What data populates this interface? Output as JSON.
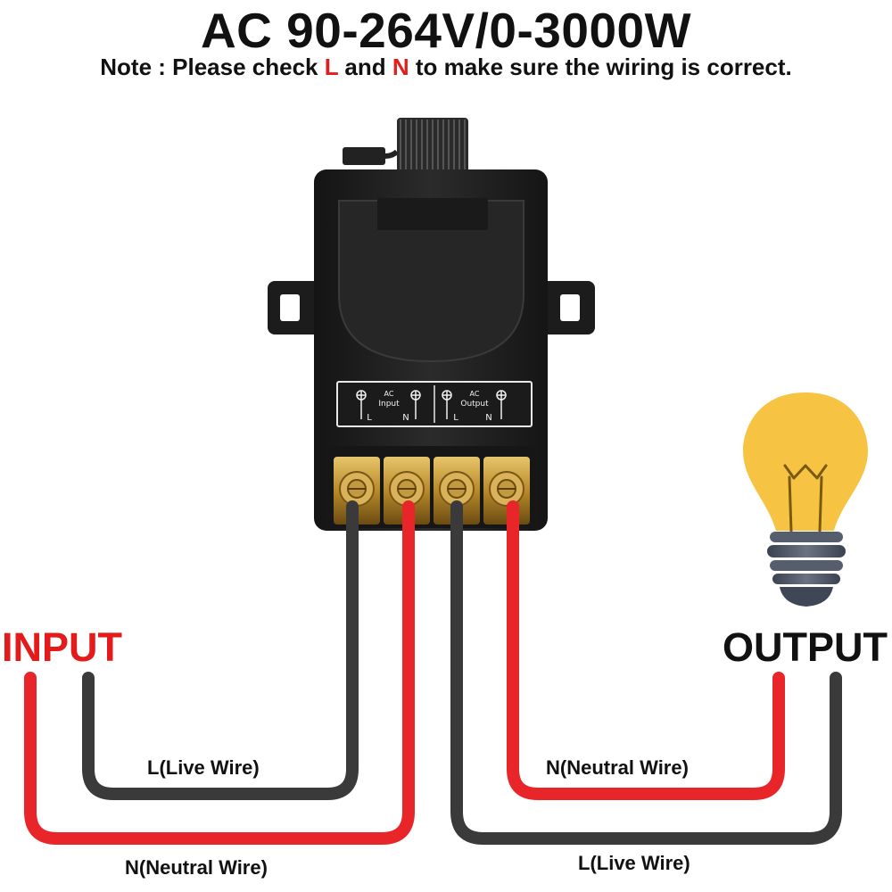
{
  "header": {
    "title": "AC 90-264V/0-3000W",
    "note_prefix": "Note : Please check ",
    "note_l": "L",
    "note_and": " and ",
    "note_n": "N",
    "note_suffix": " to make sure the wiring is correct."
  },
  "device": {
    "terminal_block": {
      "input_group": {
        "title_line1": "AC",
        "title_line2": "Input",
        "left": "L",
        "right": "N"
      },
      "output_group": {
        "title_line1": "AC",
        "title_line2": "Output",
        "left": "L",
        "right": "N"
      }
    }
  },
  "labels": {
    "input": "INPUT",
    "output": "OUTPUT",
    "input_live": "L(Live Wire)",
    "input_neutral": "N(Neutral Wire)",
    "output_neutral": "N(Neutral Wire)",
    "output_live": "L(Live Wire)"
  },
  "colors": {
    "live_wire": "#3a3a3a",
    "neutral_wire": "#e8262a",
    "bulb_glass": "#f6c343",
    "device_body": "#1f1f1f",
    "terminal_brass": "#b88a2a",
    "input_text": "#e41b1b"
  }
}
